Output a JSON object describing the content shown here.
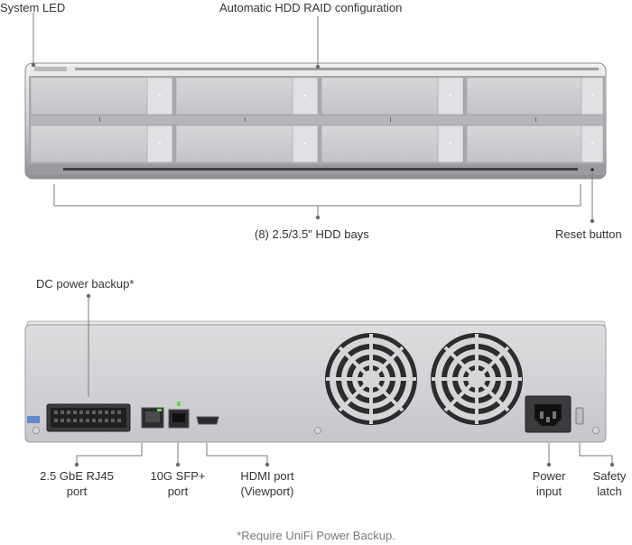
{
  "front_view": {
    "labels": {
      "system_led": "System LED",
      "raid": "Automatic HDD RAID configuration",
      "bays": "(8) 2.5/3.5\" HDD bays",
      "reset": "Reset button"
    }
  },
  "rear_view": {
    "labels": {
      "dc_backup": "DC power backup*",
      "rj45_line1": "2.5 GbE RJ45",
      "rj45_line2": "port",
      "sfp_line1": "10G SFP+",
      "sfp_line2": "port",
      "hdmi_line1": "HDMI port",
      "hdmi_line2": "(Viewport)",
      "power_line1": "Power",
      "power_line2": "input",
      "latch_line1": "Safety",
      "latch_line2": "latch"
    }
  },
  "footnote": "*Require UniFi Power Backup."
}
